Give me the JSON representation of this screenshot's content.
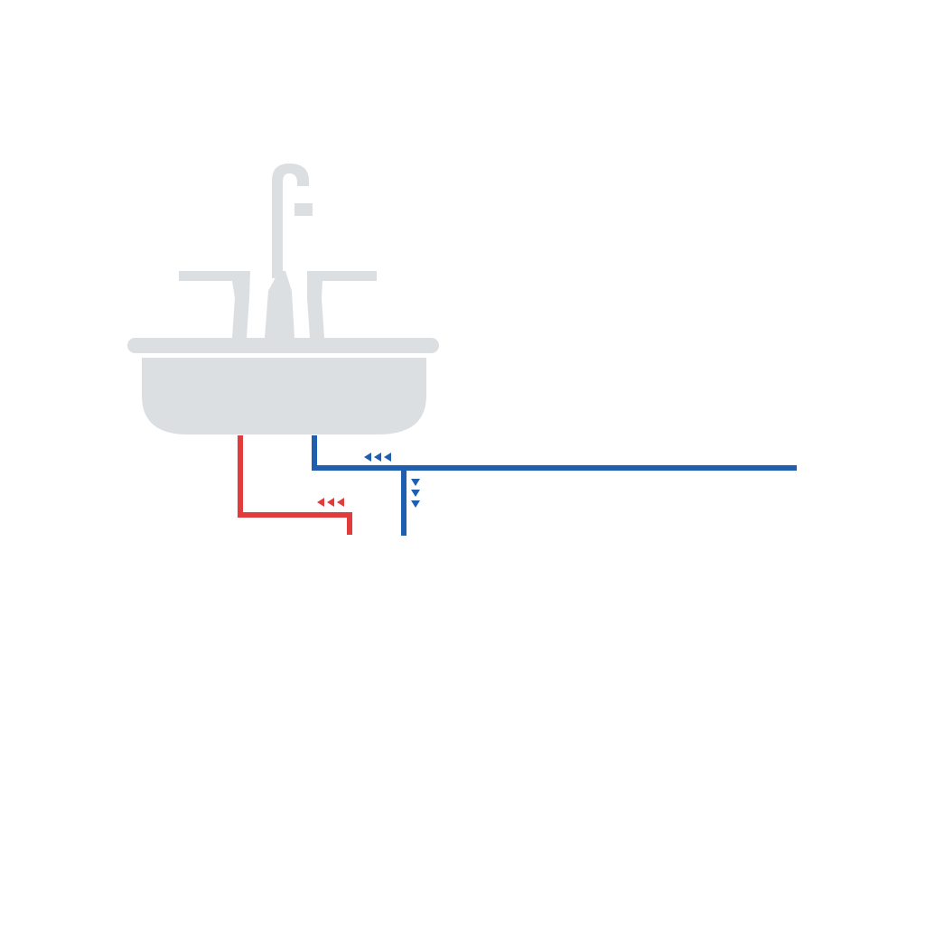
{
  "diagram": {
    "subject": "sink-plumbing",
    "colors": {
      "background": "#ffffff",
      "fixture": "#dcdfe1",
      "hot_water": "#e23b3b",
      "cold_water": "#1f5fb0"
    },
    "icons": {
      "fixture": "sink-icon",
      "faucet": "faucet-icon",
      "hot_flow": "triple-arrow-left-icon",
      "cold_flow_main": "triple-arrow-left-icon",
      "cold_flow_branch": "triple-arrow-down-icon"
    },
    "pipes": [
      {
        "id": "hot",
        "color_key": "hot_water",
        "flow": "toward-sink"
      },
      {
        "id": "cold",
        "color_key": "cold_water",
        "flow": "toward-sink"
      }
    ]
  }
}
